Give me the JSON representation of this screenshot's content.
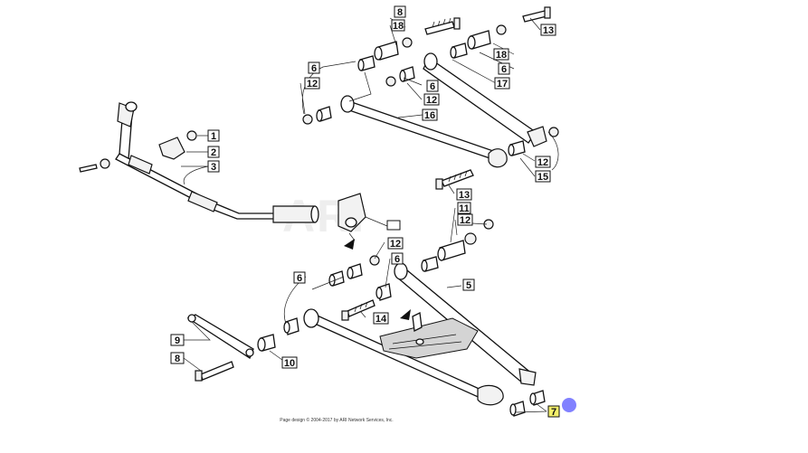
{
  "diagram": {
    "watermark": "ARI",
    "copyright": "Page design © 2004-2017 by ARI Network Services, Inc.",
    "colors": {
      "line": "#111111",
      "highlight_callout": "#f3ef6a",
      "hotspot": "#6b6bff"
    },
    "callouts": {
      "c8a": "8",
      "c18a": "18",
      "c13a": "13",
      "c18b": "18",
      "c6a": "6",
      "c6b": "6",
      "c6c": "6",
      "c17": "17",
      "c12a": "12",
      "c12b": "12",
      "c16": "16",
      "c12c": "12",
      "c15": "15",
      "c13b": "13",
      "c1": "1",
      "c2": "2",
      "c3": "3",
      "c4": "",
      "c11": "11",
      "c12d": "12",
      "c12e": "12",
      "c6d": "6",
      "c6e": "6",
      "c5": "5",
      "c14": "14",
      "c9": "9",
      "c8b": "8",
      "c10": "10",
      "c7": "7"
    }
  }
}
